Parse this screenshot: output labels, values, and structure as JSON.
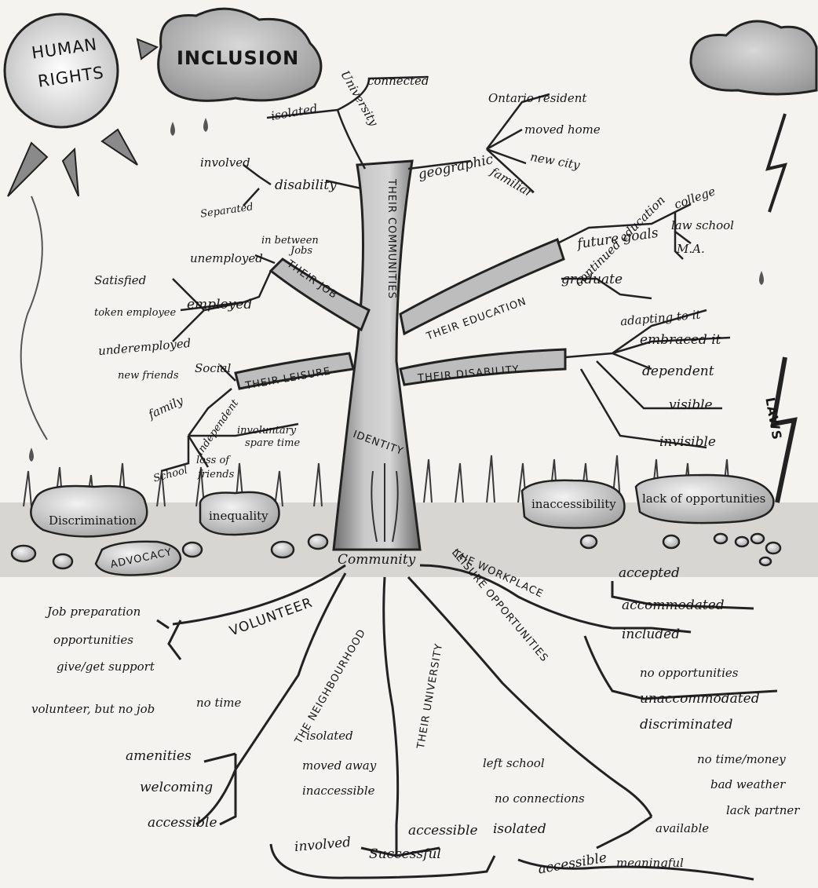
{
  "header": {
    "human_rights": [
      "HUMAN",
      "RIGHTS"
    ],
    "inclusion": "INCLUSION",
    "laws": "LAWS"
  },
  "trunk": {
    "communities": "THEIR COMMUNITIES",
    "identity": "IDENTITY",
    "community": "Community"
  },
  "branches": {
    "their_job": "THEIR JOB",
    "their_leisure": "THEIR LEISURE",
    "their_education": "THEIR EDUCATION",
    "their_disability": "THEIR DISABILITY"
  },
  "communities_branch": {
    "university": "University",
    "connected": "connected",
    "isolated": "isolated",
    "disability": "disability",
    "involved": "involved",
    "separated": "Separated",
    "geographic": "geographic",
    "ontario_resident": "Ontario resident",
    "moved_home": "moved home",
    "new_city": "new city",
    "familiar": "familiar"
  },
  "job_branch": {
    "unemployed": "unemployed",
    "in_between": "in between",
    "jobs": "Jobs",
    "employed": "employed",
    "satisfied": "Satisfied",
    "token_employee": "token employee",
    "underemployed": "underemployed"
  },
  "leisure_branch": {
    "social": "Social",
    "new_friends": "new friends",
    "family": "family",
    "independent": "independent",
    "involuntary": "involuntary",
    "spare_time": "spare time",
    "school": "School",
    "loss_of": "loss of",
    "friends": "friends"
  },
  "education_branch": {
    "continued_education": "continued education",
    "future_goals": "future goals",
    "college": "college",
    "law_school": "law school",
    "ma": "M.A.",
    "graduate": "graduate"
  },
  "disability_branch": {
    "adapting": "adapting to it",
    "embraced": "embraced it",
    "dependent": "dependent",
    "visible": "visible",
    "invisible": "invisible"
  },
  "rocks": {
    "discrimination": "Discrimination",
    "inequality": "inequality",
    "advocacy": "ADVOCACY",
    "inaccessibility": "inaccessibility",
    "lack_of_opportunities": "lack of opportunities"
  },
  "roots": {
    "volunteer": "VOLUNTEER",
    "the_neighbourhood": "THE NEIGHBOURHOOD",
    "their_university": "THEIR UNIVERSITY",
    "leisure_opportunities": "LEISURE OPPORTUNITIES",
    "the_workplace": "THE WORKPLACE"
  },
  "volunteer_root": {
    "job_preparation": "Job preparation",
    "opportunities": "opportunities",
    "give_get_support": "give/get support",
    "volunteer_no_job": "volunteer, but no job",
    "no_time": "no time"
  },
  "workplace_root": {
    "accepted": "accepted",
    "accommodated": "accommodated",
    "included": "included",
    "no_opportunities": "no opportunities",
    "unaccommodated": "unaccommodated",
    "discriminated": "discriminated"
  },
  "neighbourhood_root": {
    "amenities": "amenities",
    "welcoming": "welcoming",
    "accessible": "accessible",
    "isolated": "isolated",
    "moved_away": "moved away",
    "inaccessible": "inaccessible"
  },
  "university_root": {
    "left_school": "left school",
    "no_connections": "no connections",
    "isolated": "isolated",
    "involved": "involved",
    "accessible": "accessible",
    "successful": "Successful"
  },
  "leisure_root": {
    "no_time_money": "no time/money",
    "bad_weather": "bad weather",
    "lack_partner": "lack partner",
    "available": "available",
    "accessible": "accessible",
    "meaningful": "meaningful"
  }
}
